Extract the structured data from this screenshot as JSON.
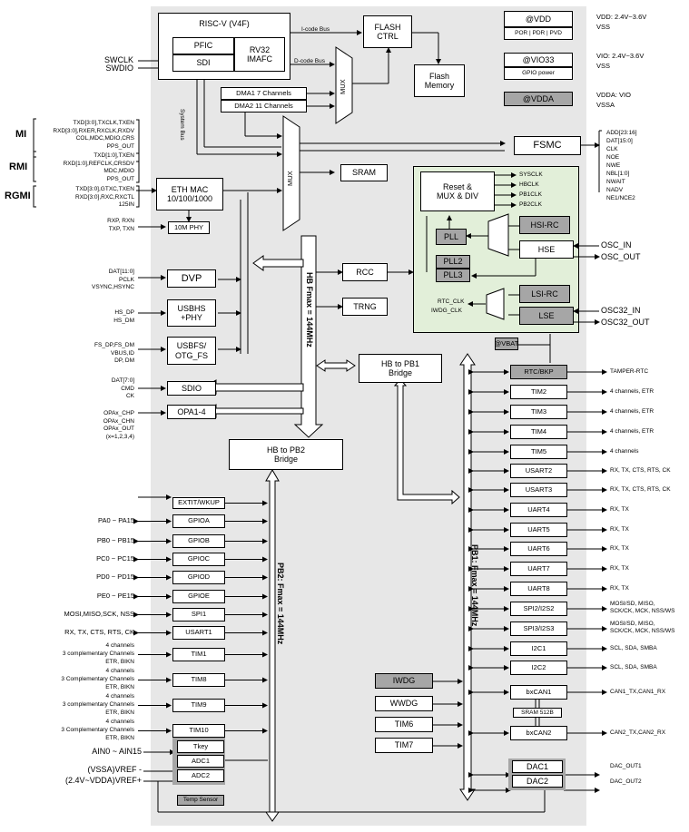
{
  "core": {
    "cpu": "RISC-V  (V4F)",
    "pfic": "PFIC",
    "sdi": "SDI",
    "rv32": "RV32\nIMAFC"
  },
  "debug": {
    "swclk": "SWCLK",
    "swdio": "SWDIO"
  },
  "bus": {
    "icode": "I-code Bus",
    "dcode": "D-code Bus",
    "system": "System Bus",
    "mux": "MUX",
    "hb_label": "HB  Fmax = 144MHz",
    "pb1_label": "PB1:  Fmax = 144MHz",
    "pb2_label": "PB2:  Fmax = 144MHz"
  },
  "flash": {
    "ctrl": "FLASH\nCTRL",
    "memory": "Flash\nMemory"
  },
  "dma": {
    "dma1": "DMA1  7 Channels",
    "dma2": "DMA2  11 Channels"
  },
  "power": {
    "vdd": "@VDD",
    "vdd_sub": "POR | PDR | PVD",
    "vdd_note1": "VDD: 2.4V~3.6V",
    "vdd_note2": "VSS",
    "vio": "@VIO33",
    "vio_sub": "GPIO power",
    "vio_note1": "VIO: 2.4V~3.6V",
    "vio_note2": "VSS",
    "vdda": "@VDDA",
    "vdda_note1": "VDDA: VIO",
    "vdda_note2": "VSSA"
  },
  "fsmc": {
    "label": "FSMC",
    "signals": [
      "ADD[23:16]",
      "DAT[15:0]",
      "CLK",
      "NOE",
      "NWE",
      "NBL[1:0]",
      "NWAIT",
      "NADV",
      "NE1/NCE2"
    ]
  },
  "sram": "SRAM",
  "eth": {
    "mac": "ETH MAC\n10/100/1000",
    "phy": "10M PHY",
    "mi": "MI",
    "rmi": "RMI",
    "rgmi": "RGMI",
    "mi_sig": [
      "TXD[3:0],TXCLK,TXEN",
      "RXD[3:0],RXER,RXCLK,RXDV",
      "COL,MDC,MDIO,CRS",
      "PPS_OUT"
    ],
    "rmi_sig": [
      "TXD[1:0],TXEN",
      "RXD[1:0],REFCLK,CRSDV",
      "MDC,MDIO",
      "PPS_OUT"
    ],
    "rgmi_sig": [
      "TXD[3:0],GTXC,TXEN",
      "RXD[3:0],RXC,RXCTL",
      "125IN"
    ],
    "phy_sig": [
      "RXP, RXN",
      "TXP, TXN"
    ]
  },
  "rcc": {
    "reset": "Reset &\nMUX & DIV",
    "sysclk": "SYSCLK",
    "hbclk": "HBCLK",
    "pb1clk": "PB1CLK",
    "pb2clk": "PB2CLK",
    "pll": "PLL",
    "pll2": "PLL2",
    "pll3": "PLL3",
    "hsirc": "HSI-RC",
    "hse": "HSE",
    "lsirc": "LSI-RC",
    "lse": "LSE",
    "rtc_clk": "RTC_CLK",
    "iwdg_clk": "IWDG_CLK",
    "osc_in": "OSC_IN",
    "osc_out": "OSC_OUT",
    "osc32_in": "OSC32_IN",
    "osc32_out": "OSC32_OUT",
    "vbat": "@VBAT",
    "rcc": "RCC",
    "trng": "TRNG"
  },
  "hb_periph": {
    "dvp": "DVP",
    "usbhs": "USBHS\n+PHY",
    "usbfs": "USBFS/\nOTG_FS",
    "sdio": "SDIO",
    "opa": "OPA1-4",
    "dvp_sig": [
      "DAT[11:0]",
      "PCLK",
      "VSYNC,HSYNC"
    ],
    "usbhs_sig": [
      "HS_DP",
      "HS_DM"
    ],
    "usbfs_sig": [
      "FS_DP,FS_DM",
      "VBUS,ID",
      "DP, DM"
    ],
    "sdio_sig": [
      "DAT[7:0]",
      "CMD",
      "CK"
    ],
    "opa_sig": [
      "OPAx_CHP",
      "OPAx_CHN",
      "OPAx_OUT",
      "(x=1,2,3,4)"
    ]
  },
  "bridges": {
    "pb1": "HB to PB1\nBridge",
    "pb2": "HB to PB2\nBridge"
  },
  "pb2": [
    {
      "name": "EXTIT/WKUP",
      "pin": ""
    },
    {
      "name": "GPIOA",
      "pin": "PA0 ~ PA15"
    },
    {
      "name": "GPIOB",
      "pin": "PB0 ~ PB15"
    },
    {
      "name": "GPIOC",
      "pin": "PC0 ~ PC15"
    },
    {
      "name": "GPIOD",
      "pin": "PD0 ~ PD15"
    },
    {
      "name": "GPIOE",
      "pin": "PE0 ~ PE15"
    },
    {
      "name": "SPI1",
      "pin": "MOSI,MISO,SCK, NSS"
    },
    {
      "name": "USART1",
      "pin": "RX, TX, CTS, RTS, CK"
    },
    {
      "name": "TIM1",
      "pin": "4 channels\n3 complementary Channels\nETR, BIKN"
    },
    {
      "name": "TIM8",
      "pin": "4 channels\n3 Complementary Channels\nETR, BIKN"
    },
    {
      "name": "TIM9",
      "pin": "4 channels\n3 complementary Channels\nETR, BIKN"
    },
    {
      "name": "TIM10",
      "pin": "4 channels\n3 Complementary Channels\nETR, BIKN"
    }
  ],
  "adc": {
    "tkey": "Tkey",
    "adc1": "ADC1",
    "adc2": "ADC2",
    "temp": "Temp Sensor",
    "ain": "AIN0 ~ AIN15",
    "vref_minus": "(VSSA)VREF -",
    "vref_plus": "(2.4V~VDDA)VREF+"
  },
  "pb1_left": {
    "iwdg": "IWDG",
    "wwdg": "WWDG",
    "tim6": "TIM6",
    "tim7": "TIM7"
  },
  "pb1": [
    {
      "name": "RTC/BKP",
      "sig": "TAMPER-RTC",
      "gray": true
    },
    {
      "name": "TIM2",
      "sig": "4 channels, ETR"
    },
    {
      "name": "TIM3",
      "sig": "4 channels, ETR"
    },
    {
      "name": "TIM4",
      "sig": "4 channels, ETR"
    },
    {
      "name": "TIM5",
      "sig": "4 channels"
    },
    {
      "name": "USART2",
      "sig": "RX, TX, CTS, RTS, CK"
    },
    {
      "name": "USART3",
      "sig": "RX, TX, CTS, RTS, CK"
    },
    {
      "name": "UART4",
      "sig": "RX, TX"
    },
    {
      "name": "UART5",
      "sig": "RX, TX"
    },
    {
      "name": "UART6",
      "sig": "RX, TX"
    },
    {
      "name": "UART7",
      "sig": "RX, TX"
    },
    {
      "name": "UART8",
      "sig": "RX, TX"
    },
    {
      "name": "SPI2/I2S2",
      "sig": "MOSI/SD, MISO,\nSCK/CK, MCK, NSS/WS"
    },
    {
      "name": "SPI3/I2S3",
      "sig": "MOSI/SD, MISO,\nSCK/CK, MCK, NSS/WS"
    },
    {
      "name": "I2C1",
      "sig": "SCL, SDA, SMBA"
    },
    {
      "name": "I2C2",
      "sig": "SCL, SDA, SMBA"
    },
    {
      "name": "bxCAN1",
      "sig": "CAN1_TX,CAN1_RX"
    },
    {
      "name": "bxCAN2",
      "sig": "CAN2_TX,CAN2_RX"
    }
  ],
  "can_sram": "SRAM 512B",
  "dac": {
    "dac1": "DAC1",
    "dac2": "DAC2",
    "out1": "DAC_OUT1",
    "out2": "DAC_OUT2"
  },
  "colors": {
    "bg": "#e7e7e7",
    "green": "#e2efd9",
    "gray": "#a6a6a6"
  }
}
